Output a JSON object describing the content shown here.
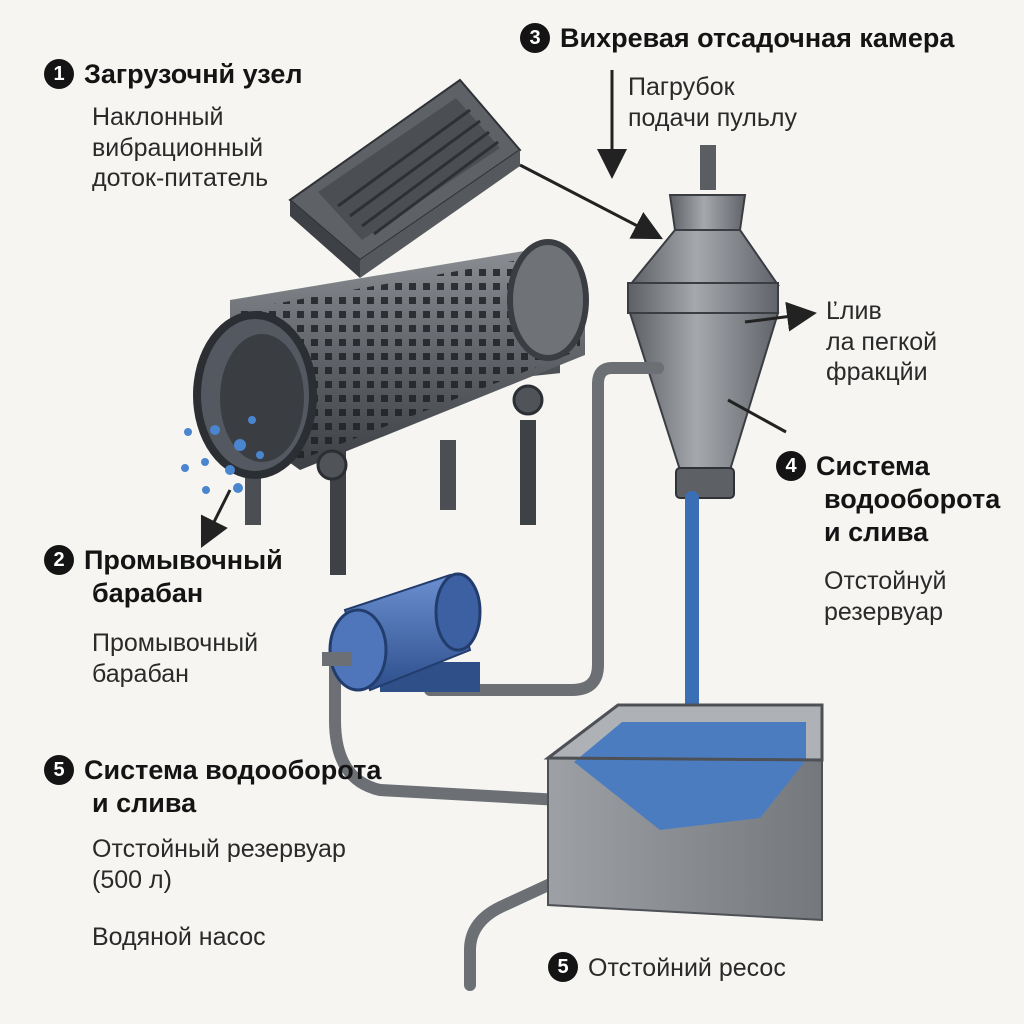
{
  "labels": {
    "s1": {
      "num": "1",
      "title": "Загрузочнй узел",
      "sub": [
        "Наклонный",
        "вибрационный",
        "доток-питатель"
      ]
    },
    "s2": {
      "num": "2",
      "title": [
        "Промывочный",
        "барабан"
      ],
      "sub": [
        "Промывочный",
        "барабан"
      ]
    },
    "s3": {
      "num": "3",
      "title": "Вихревая отсадочная камера",
      "sub": [
        "Пагрубок",
        "подачи пульлу"
      ]
    },
    "s3b": {
      "sub": [
        "Ľлив",
        "ла пегкой",
        "фракцйи"
      ]
    },
    "s4": {
      "num": "4",
      "title": [
        "Система",
        "водооборота",
        "и слива"
      ],
      "sub": [
        "Отстойнуй",
        "резервуар"
      ]
    },
    "s5": {
      "num": "5",
      "title": [
        "Система водооборота",
        "и слива"
      ],
      "sub": [
        "Отстойный резервуар",
        "(500 л)"
      ],
      "pump": "Водяной насос"
    },
    "s5b": {
      "num": "5",
      "text": "Отстойний ресос"
    }
  },
  "colors": {
    "metal": "#6b6f74",
    "metal_dark": "#45494e",
    "metal_light": "#9a9ea3",
    "water": "#4a7fc1",
    "motor": "#3f66a8",
    "tank": "#8e9297"
  }
}
